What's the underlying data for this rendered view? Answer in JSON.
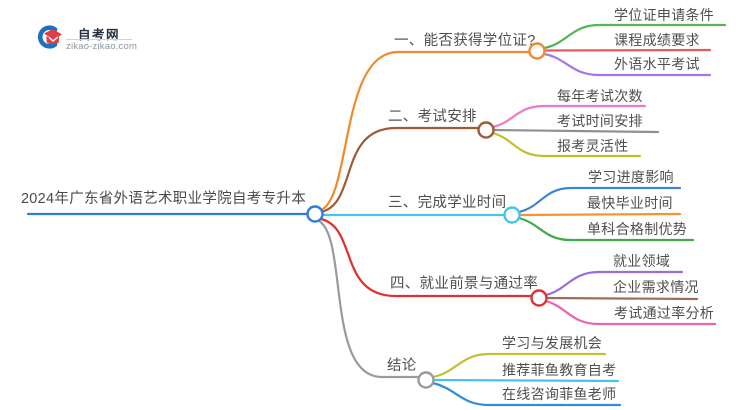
{
  "logo": {
    "title": "自考网",
    "domain": "zikao-zikao.com",
    "brand_blue": "#1d6fc0",
    "brand_red": "#e23c44"
  },
  "root": {
    "label": "2024年广东省外语艺术职业学院自考专升本",
    "color": "#2e7cd6"
  },
  "branches": [
    {
      "label": "一、能否获得学位证?",
      "color": "#ef8a2e",
      "children": [
        {
          "label": "学位证申请条件",
          "color": "#52b556"
        },
        {
          "label": "课程成绩要求",
          "color": "#e55b5b"
        },
        {
          "label": "外语水平考试",
          "color": "#a675e3"
        }
      ]
    },
    {
      "label": "二、考试安排",
      "color": "#9e5b35",
      "children": [
        {
          "label": "每年考试次数",
          "color": "#ef79c2"
        },
        {
          "label": "考试时间安排",
          "color": "#8f8f98"
        },
        {
          "label": "报考灵活性",
          "color": "#c3bd28"
        }
      ]
    },
    {
      "label": "三、完成学业时间",
      "color": "#45c5ee",
      "children": [
        {
          "label": "学习进度影响",
          "color": "#3f85d6"
        },
        {
          "label": "最快毕业时间",
          "color": "#f7952d"
        },
        {
          "label": "单科合格制优势",
          "color": "#41a94d"
        }
      ]
    },
    {
      "label": "四、就业前景与通过率",
      "color": "#e03030",
      "children": [
        {
          "label": "就业领域",
          "color": "#9a6ddb"
        },
        {
          "label": "企业需求情况",
          "color": "#9e6e5a"
        },
        {
          "label": "考试通过率分析",
          "color": "#ef62b0"
        }
      ]
    },
    {
      "label": "结论",
      "color": "#9a9a9a",
      "children": [
        {
          "label": "学习与发展机会",
          "color": "#c3c032"
        },
        {
          "label": "推荐菲鱼教育自考",
          "color": "#45c5ee"
        },
        {
          "label": "在线咨询菲鱼老师",
          "color": "#338cd6"
        }
      ]
    }
  ]
}
